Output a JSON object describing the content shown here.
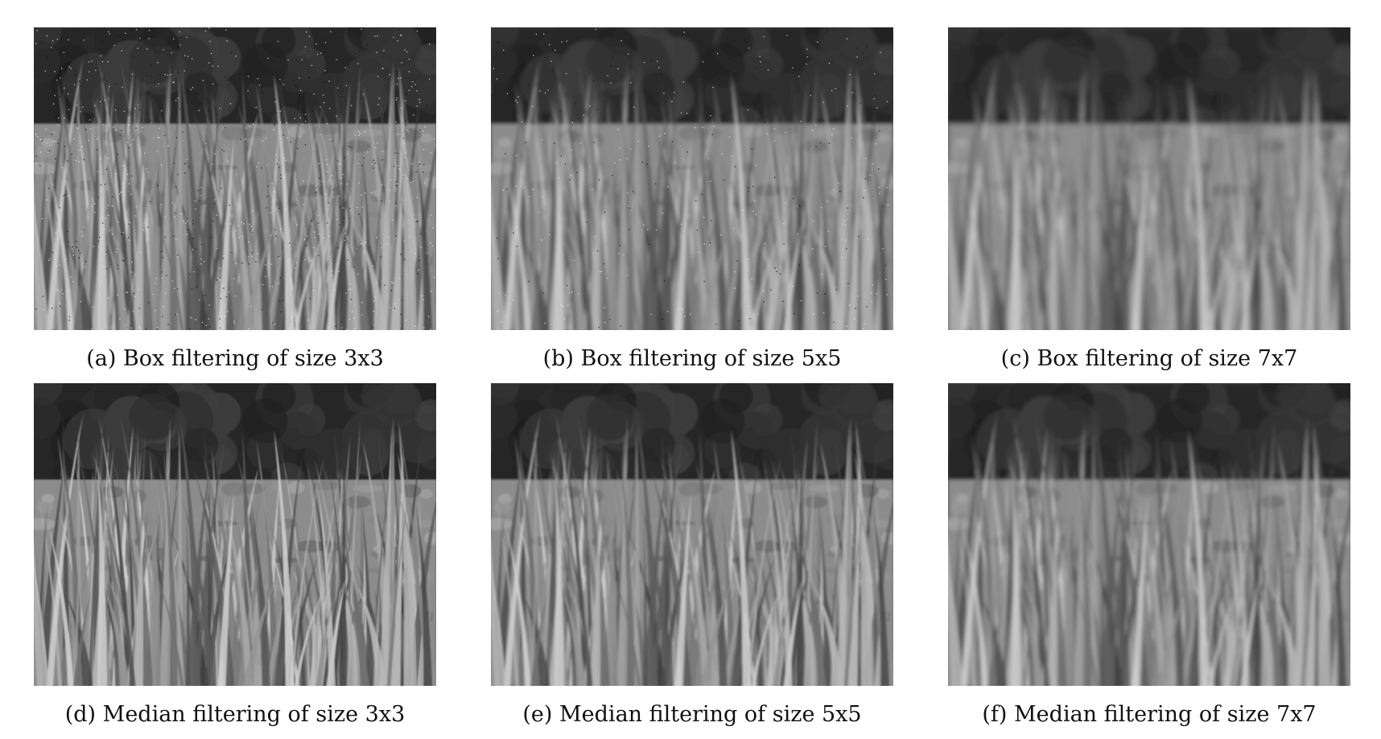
{
  "figure": {
    "panels": [
      {
        "id": "a",
        "caption": "(a) Box filtering of size 3x3",
        "filter": "box",
        "kernel": 3,
        "noise": "speckled"
      },
      {
        "id": "b",
        "caption": "(b) Box filtering of size 5x5",
        "filter": "box",
        "kernel": 5,
        "noise": "light"
      },
      {
        "id": "c",
        "caption": "(c) Box filtering of size 7x7",
        "filter": "box",
        "kernel": 7,
        "noise": "none"
      },
      {
        "id": "d",
        "caption": "(d) Median filtering of size 3x3",
        "filter": "median",
        "kernel": 3,
        "noise": "none"
      },
      {
        "id": "e",
        "caption": "(e) Median filtering of size 5x5",
        "filter": "median",
        "kernel": 5,
        "noise": "none"
      },
      {
        "id": "f",
        "caption": "(f) Median filtering of size 7x7",
        "filter": "median",
        "kernel": 7,
        "noise": "none"
      }
    ]
  }
}
